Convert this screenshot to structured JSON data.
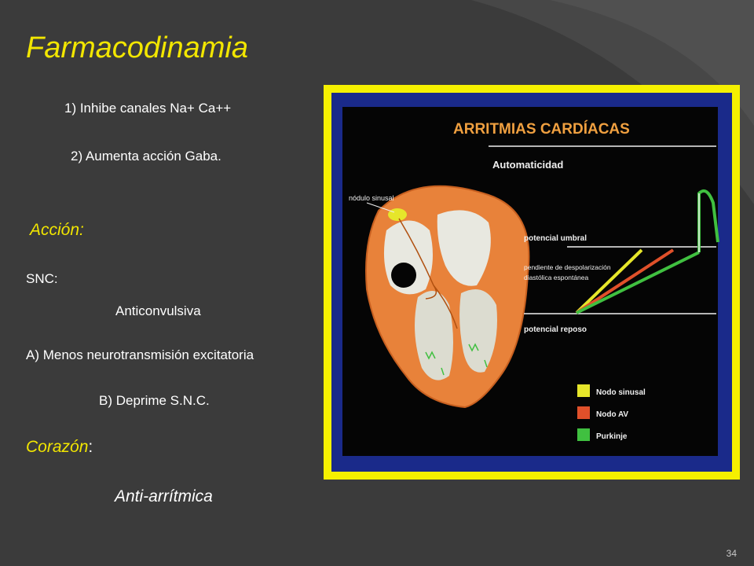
{
  "slide": {
    "title": "Farmacodinamia",
    "line1": "1) Inhibe canales Na+  Ca++",
    "line2": "2) Aumenta  acción  Gaba.",
    "heading_accion": "Acción:",
    "snc_label": "SNC:",
    "anticonvulsiva": "Anticonvulsiva",
    "item_a": "A)  Menos neurotransmisión excitatoria",
    "item_b": "B)  Deprime S.N.C.",
    "heading_corazon": "Corazón",
    "heading_corazon_colon": ":",
    "antiarritmica": "Anti-arrítmica",
    "page_number": "34"
  },
  "figure": {
    "title": "ARRITMIAS CARDÍACAS",
    "subtitle": "Automaticidad",
    "label_nodulo": "nódulo sinusal",
    "label_umbral": "potencial umbral",
    "label_pendiente_1": "pendiente de despolarización",
    "label_pendiente_2": "diastólica espontánea",
    "label_reposo": "potencial reposo",
    "legend": [
      {
        "label": "Nodo sinusal",
        "color": "#e6e62a"
      },
      {
        "label": "Nodo AV",
        "color": "#e0502a"
      },
      {
        "label": "Purkinje",
        "color": "#40c040"
      }
    ],
    "colors": {
      "frame": "#f5f000",
      "panel": "#1a2a8a",
      "heart": "#e8823a",
      "title": "#f0a040"
    }
  }
}
